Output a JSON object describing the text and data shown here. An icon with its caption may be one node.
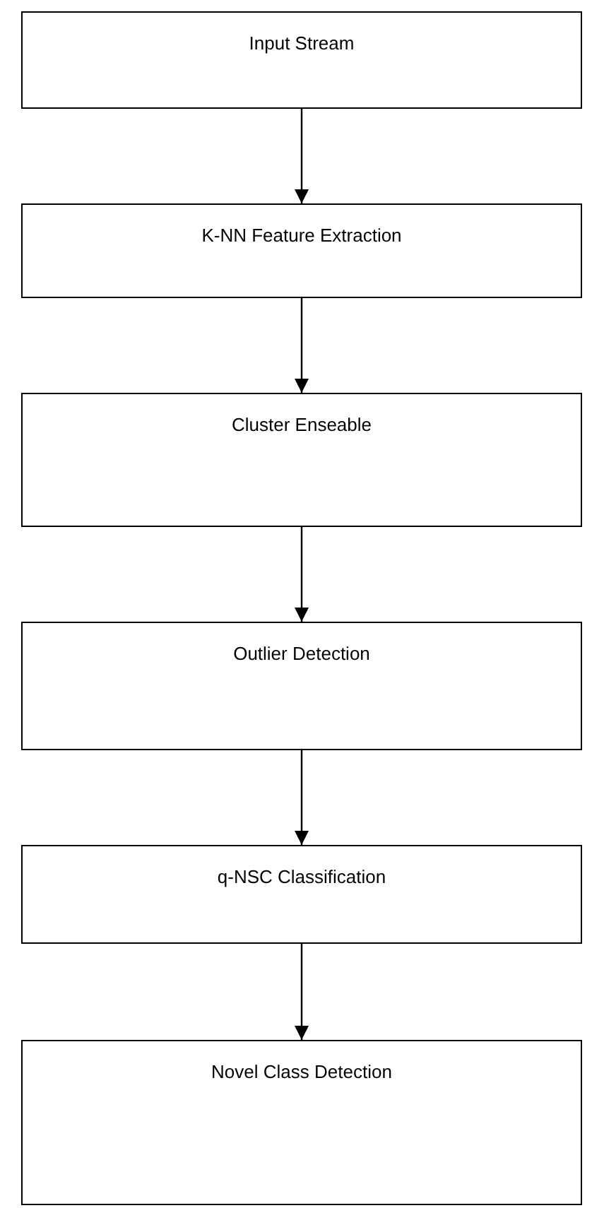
{
  "diagram": {
    "nodes": [
      {
        "text": [
          "Input Stream"
        ]
      },
      {
        "text": [
          "K-NN Feature Extraction"
        ]
      },
      {
        "text": [
          "Cluster Enseable"
        ]
      },
      {
        "text": [
          "Outlier Detection"
        ]
      },
      {
        "text": [
          "q-NSC Classification"
        ]
      },
      {
        "text": [
          "Novel Class Detection"
        ]
      }
    ],
    "edges": [
      {
        "from": 0,
        "to": 1,
        "arrow": "to"
      },
      {
        "from": 1,
        "to": 2,
        "arrow": "to"
      },
      {
        "from": 2,
        "to": 3,
        "arrow": "to"
      },
      {
        "from": 3,
        "to": 4,
        "arrow": "to"
      },
      {
        "from": 4,
        "to": 5,
        "arrow": "to"
      }
    ]
  }
}
